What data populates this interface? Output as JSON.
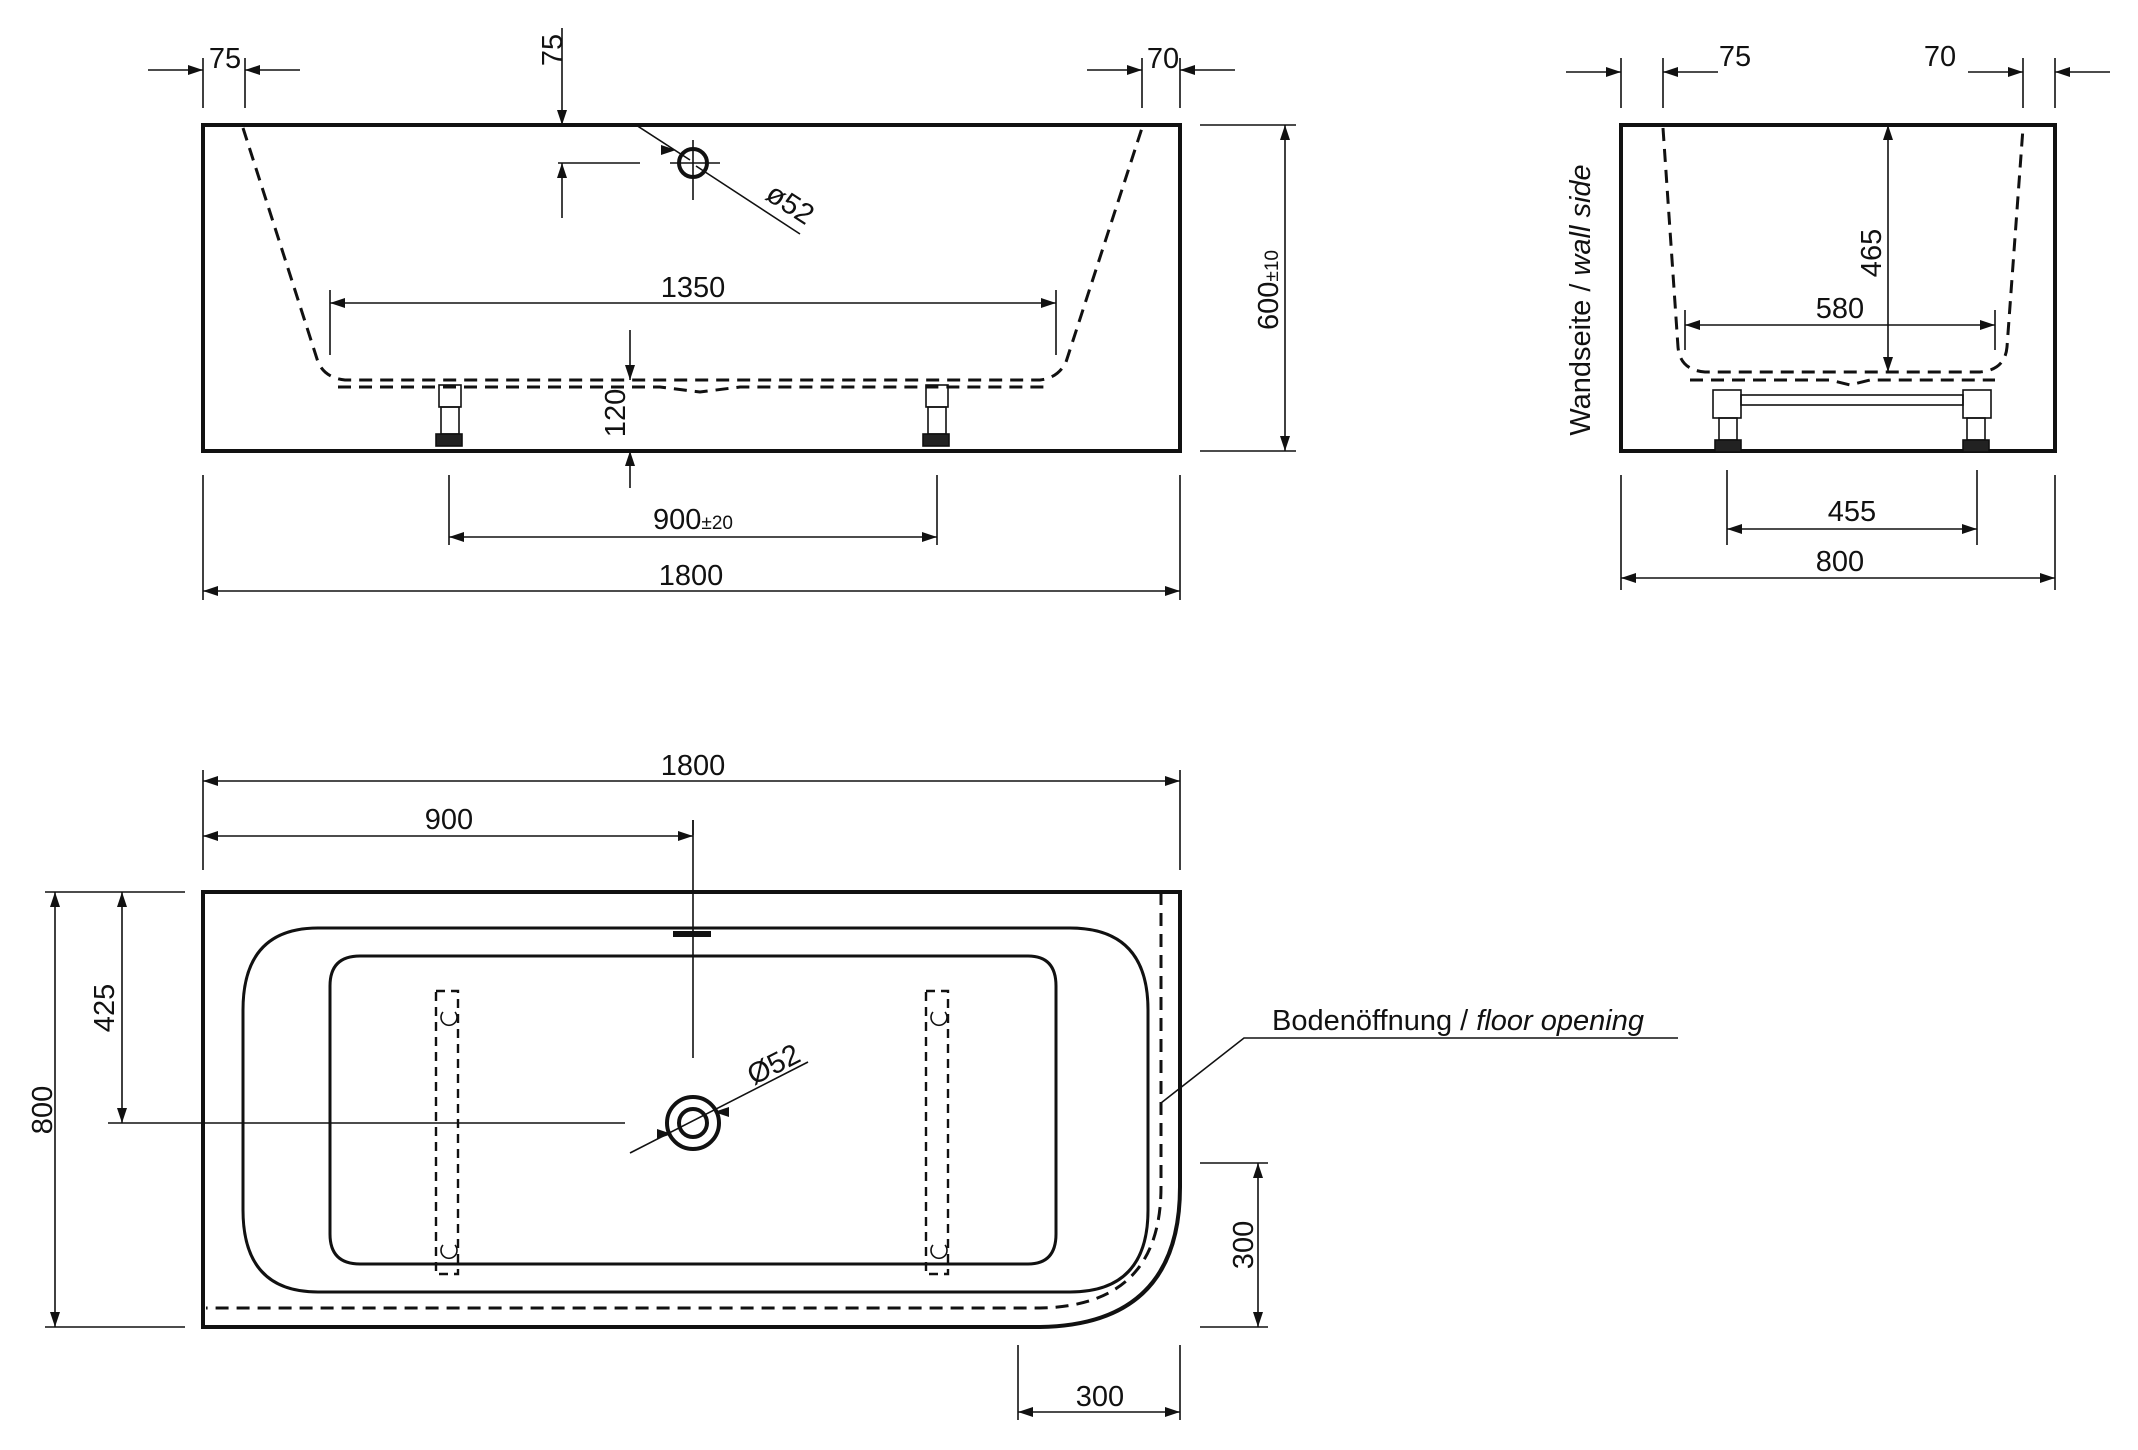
{
  "front_view": {
    "overall_length": "1800",
    "rim_left": "75",
    "rim_right": "70",
    "overflow_offset": "75",
    "overflow_diameter": "ø52",
    "inner_bottom_length": "1350",
    "height": "600",
    "height_tolerance": "±10",
    "floor_clearance": "120",
    "feet_spacing": "900",
    "feet_spacing_tolerance": "±20"
  },
  "side_view": {
    "wall_side_label": "Wandseite",
    "wall_side_separator": " / ",
    "wall_side_label_en": "wall side",
    "rim_left": "75",
    "rim_right": "70",
    "inner_depth": "465",
    "inner_bottom_width": "580",
    "feet_spacing": "455",
    "overall_width": "800"
  },
  "plan_view": {
    "overall_length": "1800",
    "drain_x": "900",
    "overall_width": "800",
    "drain_y": "425",
    "drain_diameter": "Ø52",
    "corner_radius_y": "300",
    "corner_radius_x": "300",
    "floor_opening_label": "Bodenöffnung",
    "floor_opening_separator": " / ",
    "floor_opening_label_en": "floor opening"
  }
}
